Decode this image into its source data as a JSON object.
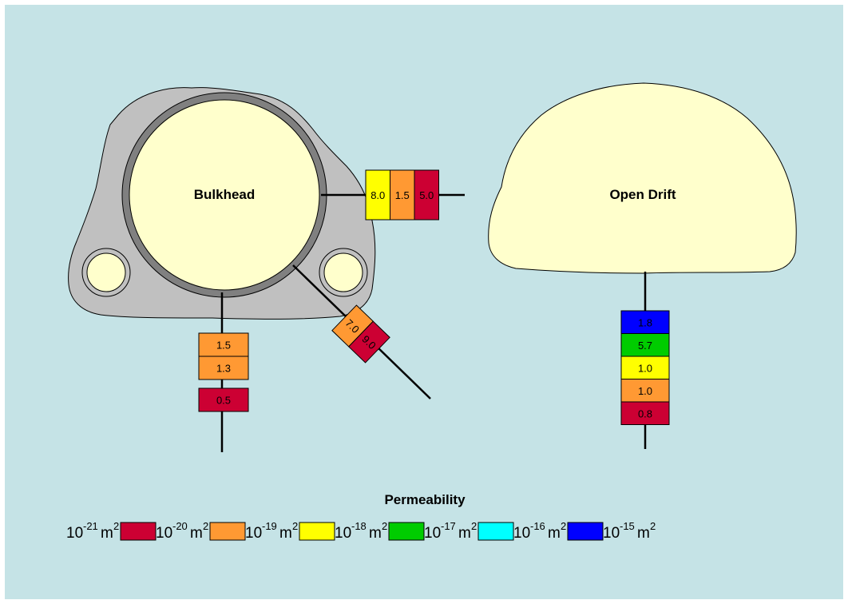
{
  "diagram": {
    "left_label": "Bulkhead",
    "right_label": "Open Drift",
    "legend_title": "Permeability",
    "colors": {
      "background": "#c5e3e6",
      "rock": "#c0c0c0",
      "opening": "#ffffcc",
      "ring": "#808080"
    }
  },
  "boreholes": {
    "bulkhead_right": [
      {
        "value": "8.0",
        "color": "#ffff00"
      },
      {
        "value": "1.5",
        "color": "#ff9933"
      },
      {
        "value": "5.0",
        "color": "#cc0033"
      }
    ],
    "bulkhead_diagonal": [
      {
        "value": "7.0",
        "color": "#ff9933"
      },
      {
        "value": "9.0",
        "color": "#cc0033"
      }
    ],
    "bulkhead_down": [
      {
        "value": "1.5",
        "color": "#ff9933"
      },
      {
        "value": "1.3",
        "color": "#ff9933"
      },
      {
        "value": "0.5",
        "color": "#cc0033"
      }
    ],
    "open_drift_down": [
      {
        "value": "1.8",
        "color": "#0000ff"
      },
      {
        "value": "5.7",
        "color": "#00cc00"
      },
      {
        "value": "1.0",
        "color": "#ffff00"
      },
      {
        "value": "1.0",
        "color": "#ff9933"
      },
      {
        "value": "0.8",
        "color": "#cc0033"
      }
    ]
  },
  "legend": [
    {
      "base": "10",
      "exp": "-21",
      "unit": "m",
      "unit_exp": "2",
      "color": "#cc0033"
    },
    {
      "base": "10",
      "exp": "-20",
      "unit": "m",
      "unit_exp": "2",
      "color": "#ff9933"
    },
    {
      "base": "10",
      "exp": "-19",
      "unit": "m",
      "unit_exp": "2",
      "color": "#ffff00"
    },
    {
      "base": "10",
      "exp": "-18",
      "unit": "m",
      "unit_exp": "2",
      "color": "#00cc00"
    },
    {
      "base": "10",
      "exp": "-17",
      "unit": "m",
      "unit_exp": "2",
      "color": "#00ffff"
    },
    {
      "base": "10",
      "exp": "-16",
      "unit": "m",
      "unit_exp": "2",
      "color": "#0000ff"
    },
    {
      "base": "10",
      "exp": "-15",
      "unit": "m",
      "unit_exp": "2",
      "color": null
    }
  ]
}
